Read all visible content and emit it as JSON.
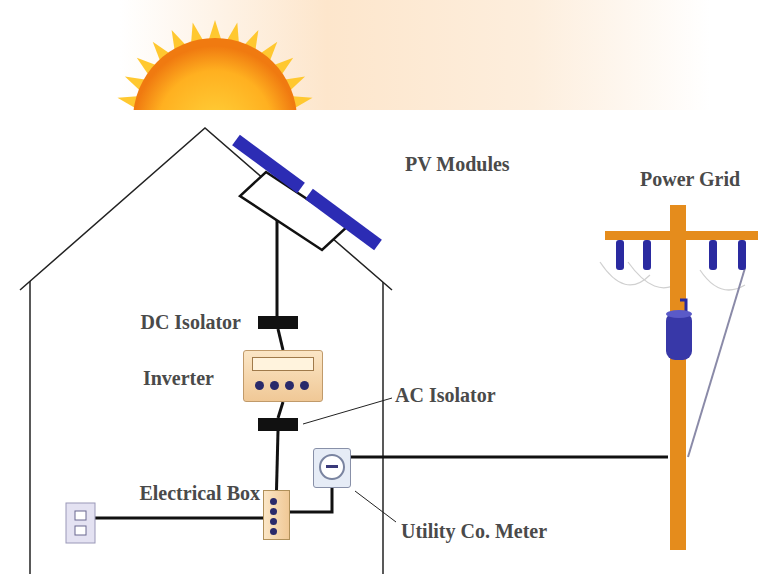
{
  "diagram": {
    "nodes": [
      {
        "text": [
          "PV Modules"
        ]
      },
      {
        "text": [
          "DC Isolator"
        ]
      },
      {
        "text": [
          "Inverter"
        ]
      },
      {
        "text": [
          "AC Isolator"
        ]
      },
      {
        "text": [
          "Electrical Box"
        ]
      },
      {
        "text": [
          "Utility Co. Meter"
        ]
      },
      {
        "text": [
          "Power Grid"
        ]
      }
    ],
    "edges": [
      {
        "from": 0,
        "to": 1,
        "arrow": "none"
      },
      {
        "from": 1,
        "to": 2,
        "arrow": "none"
      },
      {
        "from": 2,
        "to": 3,
        "arrow": "none"
      },
      {
        "from": 3,
        "to": 4,
        "arrow": "none"
      },
      {
        "from": 4,
        "to": 5,
        "arrow": "none"
      },
      {
        "from": 5,
        "to": 6,
        "arrow": "none"
      }
    ]
  }
}
